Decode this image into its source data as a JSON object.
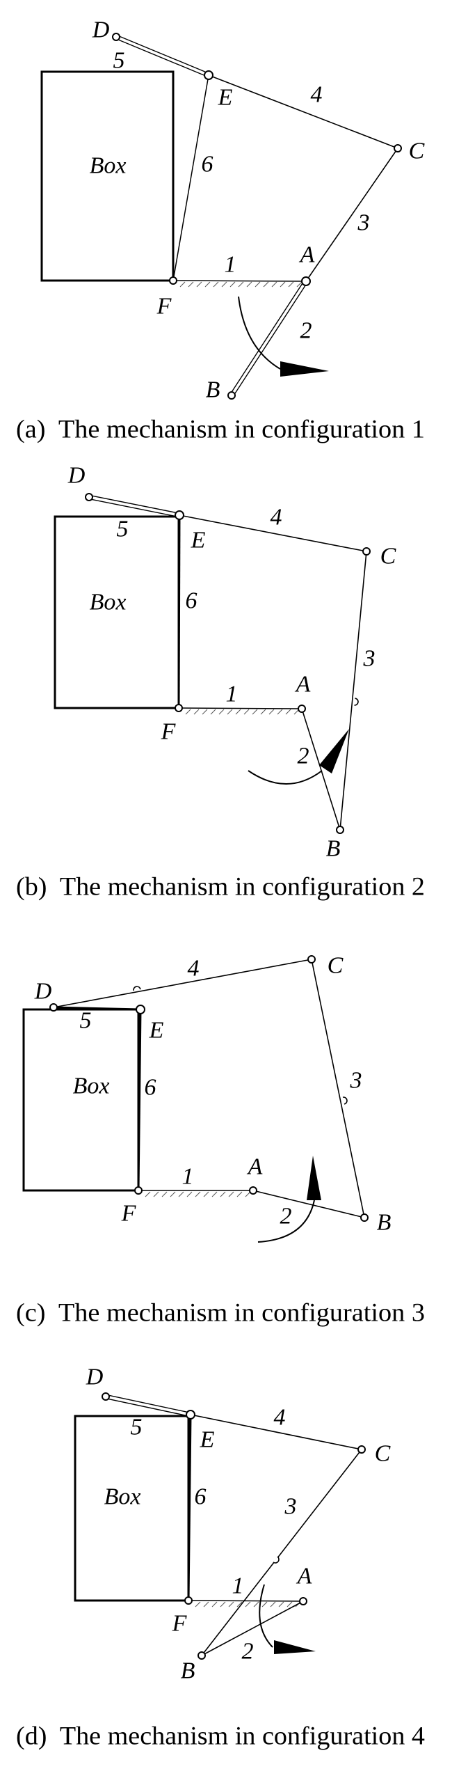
{
  "figure": {
    "box_label": "Box",
    "point_labels": {
      "A": "A",
      "B": "B",
      "C": "C",
      "D": "D",
      "E": "E",
      "F": "F"
    },
    "link_labels": {
      "1": "1",
      "2": "2",
      "3": "3",
      "4": "4",
      "5": "5",
      "6": "6"
    },
    "line_color": "#000000"
  },
  "panels": [
    {
      "caption": "(a)  The mechanism in configuration 1"
    },
    {
      "caption": "(b)  The mechanism in configuration 2"
    },
    {
      "caption": "(c)  The mechanism in configuration 3"
    },
    {
      "caption": "(d)  The mechanism in configuration 4"
    }
  ]
}
